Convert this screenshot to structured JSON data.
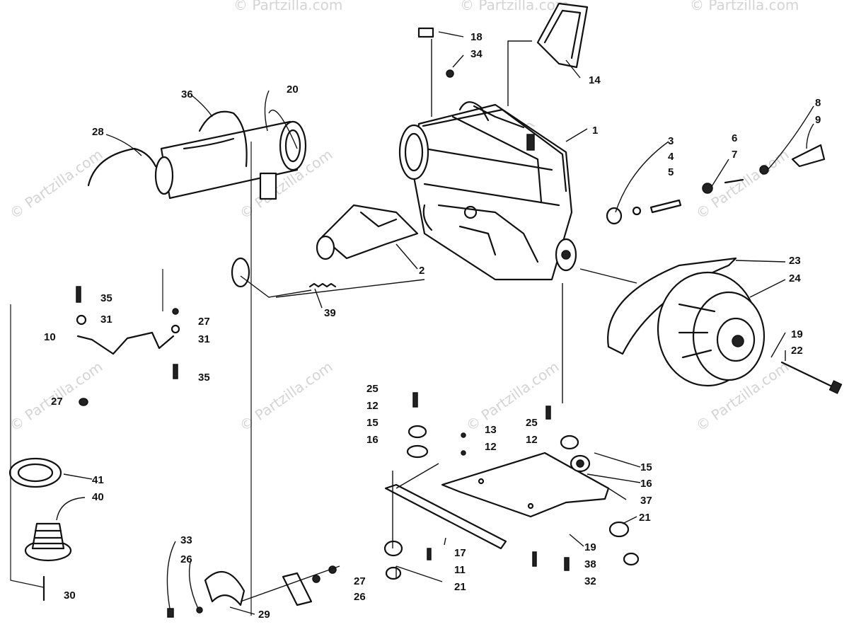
{
  "watermark": "© Partzilla.com",
  "callouts": [
    {
      "id": "c1",
      "text": "1"
    },
    {
      "id": "c2",
      "text": "2"
    },
    {
      "id": "c3",
      "text": "3"
    },
    {
      "id": "c4",
      "text": "4"
    },
    {
      "id": "c5",
      "text": "5"
    },
    {
      "id": "c6",
      "text": "6"
    },
    {
      "id": "c7",
      "text": "7"
    },
    {
      "id": "c8",
      "text": "8"
    },
    {
      "id": "c9",
      "text": "9"
    },
    {
      "id": "c10",
      "text": "10"
    },
    {
      "id": "c11",
      "text": "11"
    },
    {
      "id": "c12a",
      "text": "12"
    },
    {
      "id": "c12b",
      "text": "12"
    },
    {
      "id": "c12c",
      "text": "12"
    },
    {
      "id": "c13",
      "text": "13"
    },
    {
      "id": "c14",
      "text": "14"
    },
    {
      "id": "c15a",
      "text": "15"
    },
    {
      "id": "c15b",
      "text": "15"
    },
    {
      "id": "c16a",
      "text": "16"
    },
    {
      "id": "c16b",
      "text": "16"
    },
    {
      "id": "c17",
      "text": "17"
    },
    {
      "id": "c18",
      "text": "18"
    },
    {
      "id": "c19a",
      "text": "19"
    },
    {
      "id": "c19b",
      "text": "19"
    },
    {
      "id": "c20",
      "text": "20"
    },
    {
      "id": "c21a",
      "text": "21"
    },
    {
      "id": "c21b",
      "text": "21"
    },
    {
      "id": "c22",
      "text": "22"
    },
    {
      "id": "c23",
      "text": "23"
    },
    {
      "id": "c24",
      "text": "24"
    },
    {
      "id": "c25a",
      "text": "25"
    },
    {
      "id": "c25b",
      "text": "25"
    },
    {
      "id": "c26a",
      "text": "26"
    },
    {
      "id": "c26b",
      "text": "26"
    },
    {
      "id": "c27a",
      "text": "27"
    },
    {
      "id": "c27b",
      "text": "27"
    },
    {
      "id": "c27c",
      "text": "27"
    },
    {
      "id": "c28",
      "text": "28"
    },
    {
      "id": "c29",
      "text": "29"
    },
    {
      "id": "c30",
      "text": "30"
    },
    {
      "id": "c31a",
      "text": "31"
    },
    {
      "id": "c31b",
      "text": "31"
    },
    {
      "id": "c32",
      "text": "32"
    },
    {
      "id": "c33",
      "text": "33"
    },
    {
      "id": "c34",
      "text": "34"
    },
    {
      "id": "c35a",
      "text": "35"
    },
    {
      "id": "c35b",
      "text": "35"
    },
    {
      "id": "c36",
      "text": "36"
    },
    {
      "id": "c37",
      "text": "37"
    },
    {
      "id": "c38",
      "text": "38"
    },
    {
      "id": "c39",
      "text": "39"
    },
    {
      "id": "c40",
      "text": "40"
    },
    {
      "id": "c41",
      "text": "41"
    }
  ]
}
